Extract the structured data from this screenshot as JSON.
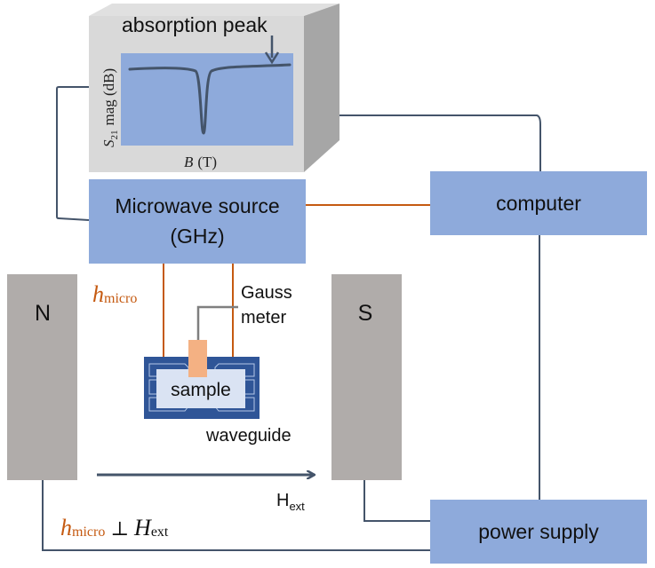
{
  "colors": {
    "box_blue": "#8eaadb",
    "magnet_gray": "#b0acaa",
    "waveguide_dark": "#2f5597",
    "sample_light": "#dae3f3",
    "probe_orange": "#f4b183",
    "wire_dark": "#44546a",
    "wire_orange": "#c55a11",
    "gauss_wire": "#7f7f7f",
    "vna_front": "#d9d9d9",
    "vna_top": "#e5e5e5",
    "vna_side": "#a6a6a6"
  },
  "vna_display": {
    "annotation": "absorption peak",
    "y_axis_label": "mag (dB)",
    "y_axis_symbol": "S",
    "y_axis_subscript": "21",
    "x_axis_label_symbol": "B",
    "x_axis_label_unit": "(T)"
  },
  "blocks": {
    "microwave_source_line1": "Microwave source",
    "microwave_source_line2": "(GHz)",
    "computer": "computer",
    "power_supply": "power supply"
  },
  "magnets": {
    "north": "N",
    "south": "S"
  },
  "labels": {
    "h_micro_symbol": "h",
    "h_micro_subscript": "micro",
    "gauss_line1": "Gauss",
    "gauss_line2": "meter",
    "sample": "sample",
    "waveguide": "waveguide",
    "h_ext_symbol": "H",
    "h_ext_subscript": "ext",
    "perp_h_symbol": "h",
    "perp_h_subscript": "micro",
    "perp_sign": "⊥",
    "perp_H_symbol": "H",
    "perp_H_subscript": "ext"
  }
}
